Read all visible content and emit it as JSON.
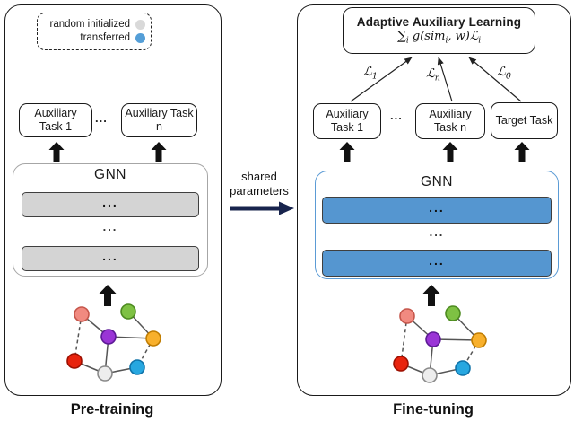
{
  "legend": {
    "items": [
      {
        "label": "random initialized",
        "color": "#d9d9d9"
      },
      {
        "label": "transferred",
        "color": "#549ed7"
      }
    ]
  },
  "left_panel": {
    "caption": "Pre-training",
    "tasks": [
      {
        "label": "Auxiliary Task 1"
      },
      {
        "label": "Auxiliary Task n"
      }
    ],
    "ellipsis": "...",
    "gnn": {
      "title": "GNN",
      "bar_label": "...",
      "between_label": "...",
      "bar_fill": "#d4d4d4",
      "border_color": "#a6a6a6"
    }
  },
  "middle": {
    "line1": "shared",
    "line2": "parameters",
    "arrow_color": "#18244d"
  },
  "right_panel": {
    "caption": "Fine-tuning",
    "header": {
      "title": "Adaptive Auxiliary Learning",
      "formula": {
        "sum": "∑",
        "sum_sub": "i",
        "body": " g(sim",
        "body_sub": "i",
        "tail": ", w)",
        "loss": "ℒ",
        "loss_sub": "i"
      }
    },
    "losses": [
      {
        "base": "ℒ",
        "sub": "1"
      },
      {
        "base": "ℒ",
        "sub": "n"
      },
      {
        "base": "ℒ",
        "sub": "0"
      }
    ],
    "tasks": [
      {
        "label": "Auxiliary Task 1"
      },
      {
        "label": "Auxiliary Task n"
      },
      {
        "label": "Target Task"
      }
    ],
    "ellipsis": "...",
    "gnn": {
      "title": "GNN",
      "bar_label": "...",
      "between_label": "...",
      "bar_fill": "#5596d0",
      "border_color": "#5b9bd5"
    }
  },
  "graph": {
    "nodes": [
      {
        "id": "salmon",
        "fill": "#f18a80",
        "stroke": "#c5554a"
      },
      {
        "id": "green",
        "fill": "#7ec143",
        "stroke": "#4c8a1f"
      },
      {
        "id": "purple",
        "fill": "#9a35d6",
        "stroke": "#5d1a96"
      },
      {
        "id": "orange",
        "fill": "#f8b02c",
        "stroke": "#c07c00"
      },
      {
        "id": "red",
        "fill": "#e8230d",
        "stroke": "#9c0f00"
      },
      {
        "id": "gray",
        "fill": "#ededed",
        "stroke": "#8a8a8a"
      },
      {
        "id": "blue",
        "fill": "#27a7e0",
        "stroke": "#0f72a8"
      }
    ]
  }
}
